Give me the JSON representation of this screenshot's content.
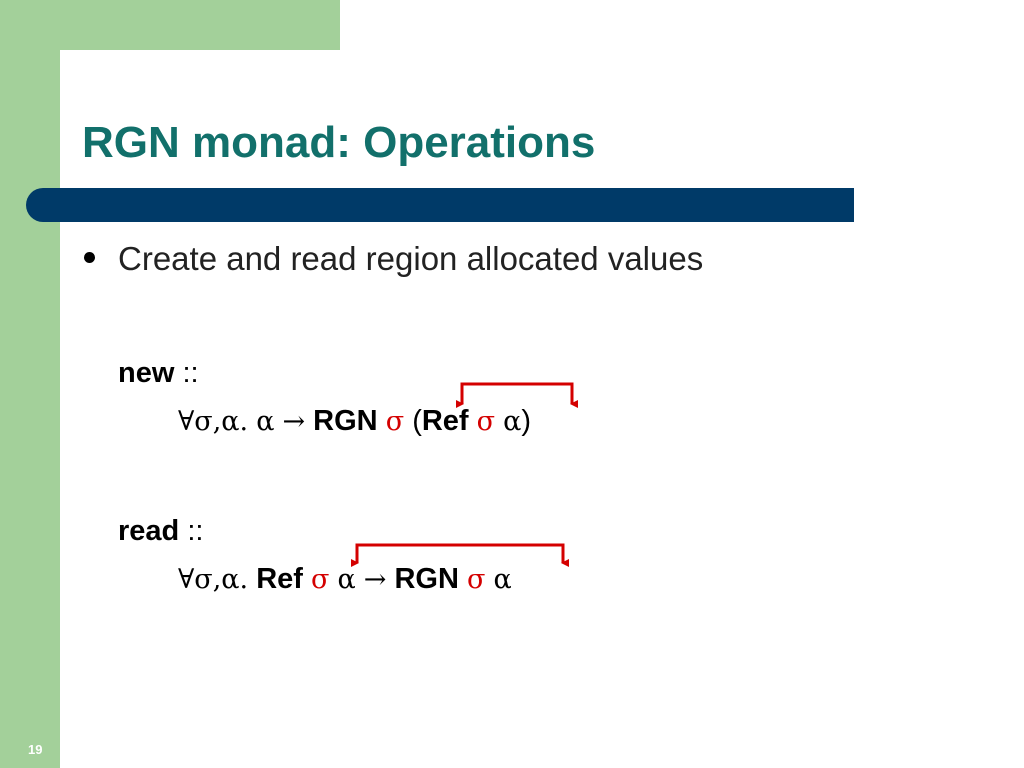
{
  "slide": {
    "title": "RGN monad: Operations",
    "bullet": "Create and read region allocated values",
    "number": "19"
  },
  "new_op": {
    "name": "new",
    "sep": "::",
    "forall": "∀σ,α.",
    "alpha": "α",
    "arrow": "→",
    "rgn": "RGN",
    "sigma": "σ",
    "paren_open": "(",
    "ref": "Ref",
    "paren_close": ")"
  },
  "read_op": {
    "name": "read",
    "sep": "::",
    "forall": "∀σ,α.",
    "ref": "Ref",
    "sigma": "σ",
    "alpha": "α",
    "arrow": "→",
    "rgn": "RGN"
  },
  "colors": {
    "title": "#12706b",
    "title_bar": "#003a68",
    "green": "#a3d09a",
    "sigma_red": "#d40000"
  }
}
